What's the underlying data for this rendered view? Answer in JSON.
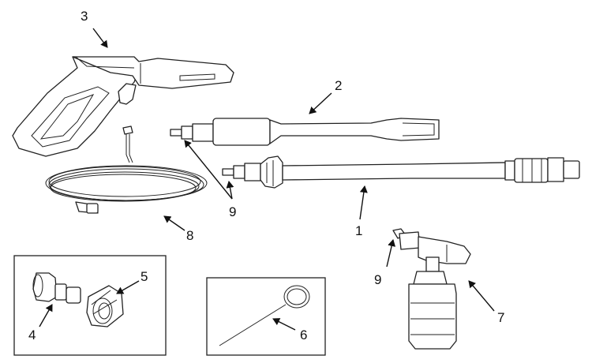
{
  "diagram": {
    "callouts": {
      "label_1": "1",
      "label_2": "2",
      "label_3": "3",
      "label_4": "4",
      "label_5": "5",
      "label_6": "6",
      "label_7": "7",
      "label_8": "8",
      "label_9a": "9",
      "label_9b": "9"
    },
    "parts": [
      {
        "id": "1",
        "icon": "lance-wand-icon"
      },
      {
        "id": "2",
        "icon": "lance-extension-icon"
      },
      {
        "id": "3",
        "icon": "spray-gun-icon"
      },
      {
        "id": "4",
        "icon": "quick-connect-plug-icon"
      },
      {
        "id": "5",
        "icon": "quick-connect-coupler-icon"
      },
      {
        "id": "6",
        "icon": "nozzle-cleaning-tool-icon"
      },
      {
        "id": "7",
        "icon": "foam-bottle-icon"
      },
      {
        "id": "8",
        "icon": "hose-icon"
      },
      {
        "id": "9",
        "icon": "o-ring-icon"
      }
    ],
    "colors": {
      "line": "#222222",
      "background": "#ffffff"
    }
  }
}
